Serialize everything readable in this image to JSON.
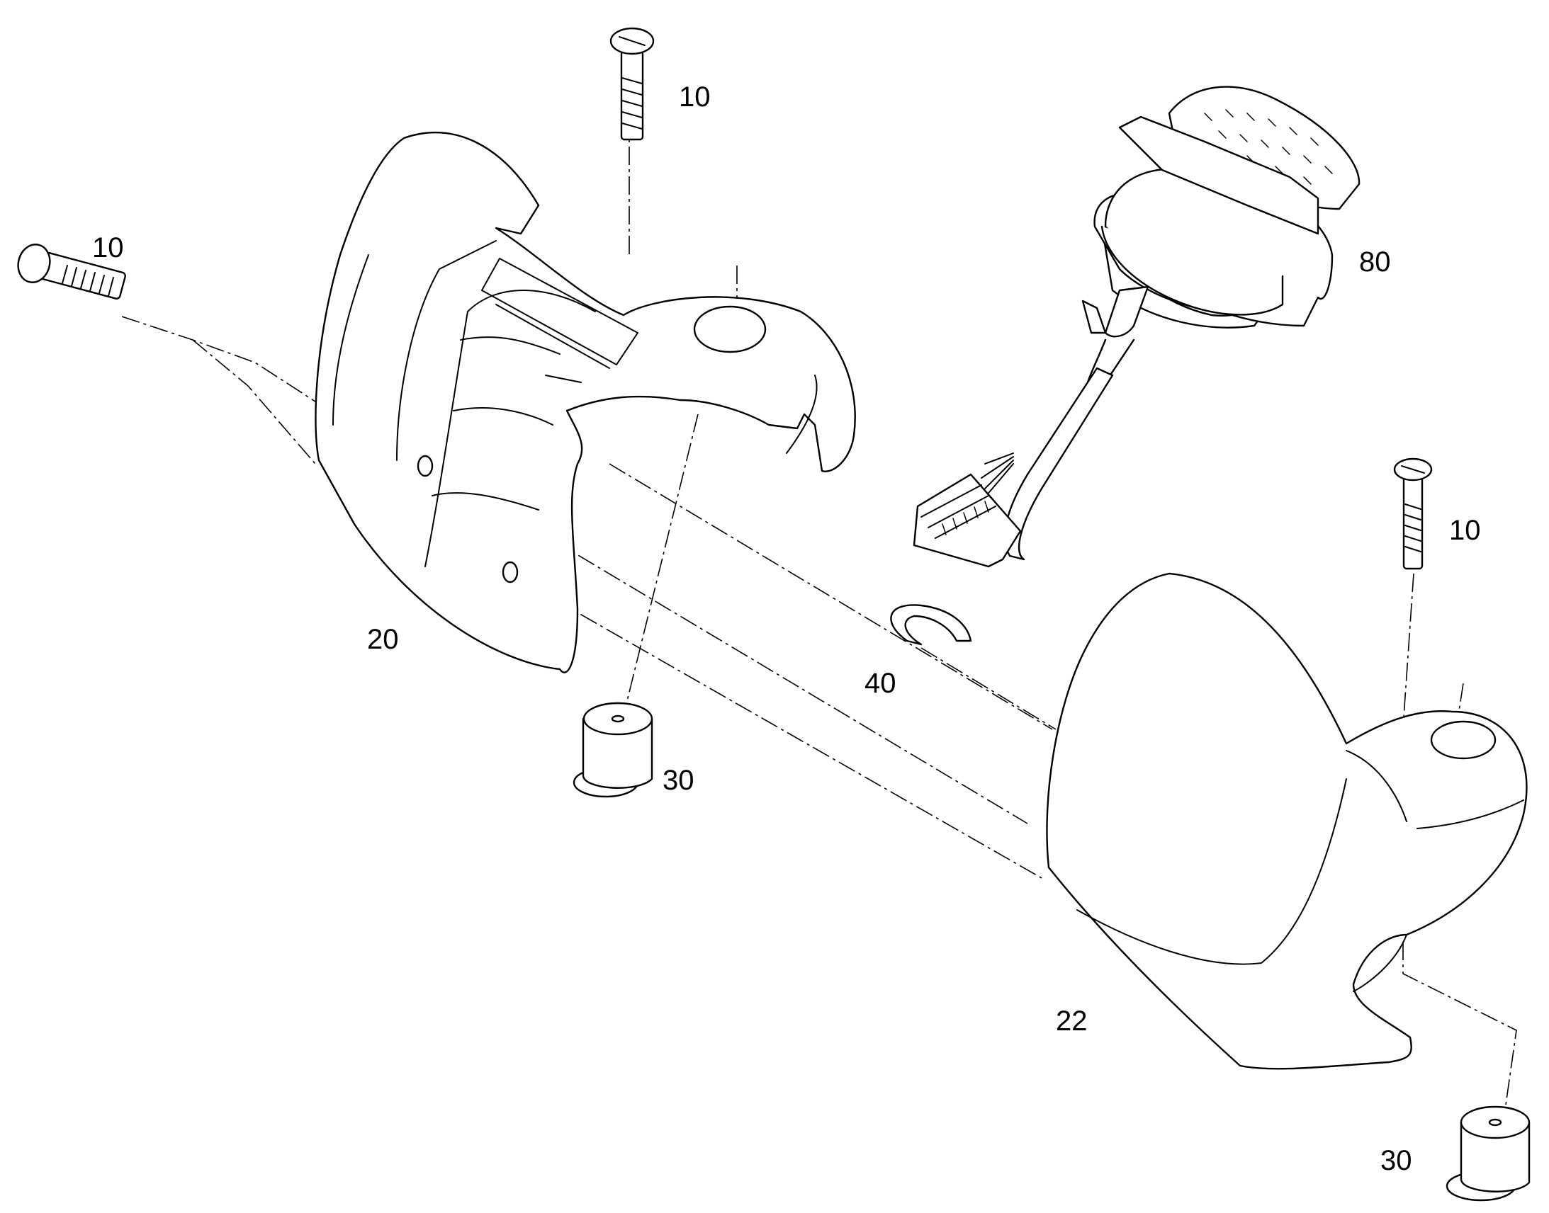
{
  "callouts": {
    "screw_left": "10",
    "screw_top": "10",
    "screw_right": "10",
    "housing_left": "20",
    "housing_right": "22",
    "bushing_left": "30",
    "bushing_right": "30",
    "clip": "40",
    "knob_assembly": "80"
  },
  "colors": {
    "line": "#000000",
    "background": "#ffffff"
  }
}
